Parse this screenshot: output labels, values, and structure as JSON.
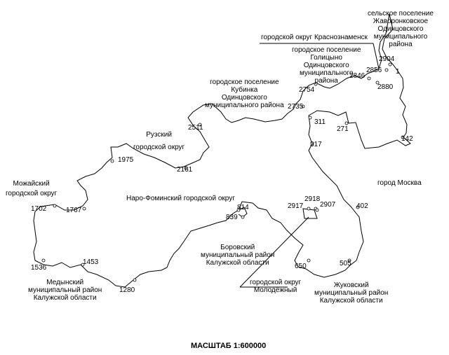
{
  "regions": {
    "zhavoronki": "сельское поселение\nЖаворонковское\nОдинцовского\nмуниципального\nрайона",
    "krasnoznamensk": "городской округ Краснознаменск",
    "golitsyno": "городское поселение\nГолицыно\nОдинцовского\nмуниципального\nрайона",
    "kubinka": "городское поселение\nКубинка\nОдинцовского\nмуниципального района",
    "ruza": "Рузский\nгородской округ",
    "mozhaysk": "Можайский\nгородской округ",
    "moskva": "город Москва",
    "naro_fominsk": "Наро-Фоминский городской округ",
    "borovsk": "Боровский\nмуниципальный район\nКалужской области",
    "medyn": "Медынский\nмуниципальный район\nКалужской области",
    "molodezhny": "городской округ\nМолодёжный",
    "zhukov": "Жуковский\nмуниципальный район\nКалужской области"
  },
  "points": [
    "2904",
    "2856",
    "1",
    "2846",
    "2880",
    "2754",
    "2735",
    "311",
    "271",
    "2511",
    "142",
    "317",
    "1975",
    "2161",
    "402",
    "2918",
    "2917",
    "2907",
    "814",
    "1702",
    "1767",
    "839",
    "650",
    "505",
    "1536",
    "1453",
    "1280"
  ],
  "scale": "МАСШТАБ 1:600000"
}
